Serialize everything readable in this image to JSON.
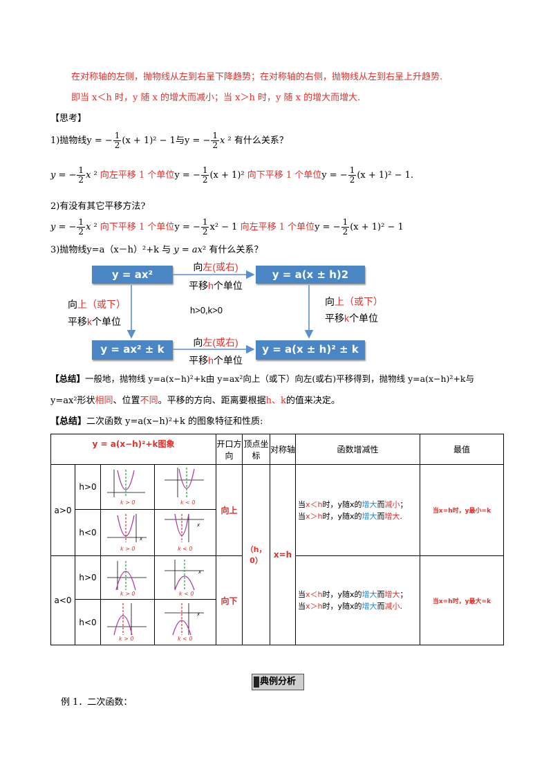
{
  "intro": {
    "line1": "在对称轴的左侧，抛物线从左到右呈下降趋势；在对称轴的右侧，抛物线从左到右呈上升趋势.",
    "line2": "即当 x＜h 时，y 随 x 的增大而减小；当 x＞h 时，y 随 x 的增大而增大."
  },
  "think": {
    "heading": "【思考】",
    "q1_prefix": "1)抛物线",
    "q1_mid": "与",
    "q1_suffix": "有什么关系？",
    "a1_step1": "向左平移 1 个单位",
    "a1_step2": "向下平移 1 个单位",
    "q2": "2)有没有其它平移方法?",
    "a2_step1": "向下平移 1 个单位",
    "a2_step2": "向左平移 1 个单位",
    "q3_prefix": "3)抛物线y=a（x－h）²+k",
    "q3_mid": "与",
    "q3_suffix": "有什么关系？"
  },
  "flow": {
    "box_tl": "y = ax²",
    "box_tr": "y = a(x ± h)2",
    "box_bl": "y = ax² ± k",
    "box_br": "y = a(x ± h)² ± k",
    "top_arrow_line1_pre": "向",
    "top_arrow_line1_red": "左(或右)",
    "top_arrow_line2_pre": "平移",
    "top_arrow_line2_red": "h",
    "top_arrow_line2_post": "个单位",
    "left_arrow_line1_pre": "向",
    "left_arrow_line1_red": "上（或下）",
    "left_arrow_line2_pre": "平移",
    "left_arrow_line2_red": "k",
    "left_arrow_line2_post": "个单位",
    "center_cond": "h>0,k>0",
    "right_arrow_line1_pre": "向",
    "right_arrow_line1_red": "上（或下）",
    "right_arrow_line2_pre": "平移",
    "right_arrow_line2_red": "k",
    "right_arrow_line2_post": "个单位",
    "bottom_arrow_line1_pre": "向",
    "bottom_arrow_line1_red": "左(或右)",
    "bottom_arrow_line2_pre": "平移",
    "bottom_arrow_line2_red": "h",
    "bottom_arrow_line2_post": "个单位"
  },
  "summary1": {
    "label": "【总结】",
    "text_a": "一般地，抛物线 y=a(x−h)²+k由 y=ax²向上（或下）向左(或右)平移得到，抛物线 y=a(x−h)²+k与",
    "text_b_pre": "y=ax²形状",
    "text_b_red1": "相同",
    "text_b_mid": "、位置",
    "text_b_red2": "不同",
    "text_b_post": "。平移的方向、距离要根据",
    "text_b_red3": "h、k",
    "text_b_end": "的值来决定。"
  },
  "summary2": {
    "label": "【总结】",
    "text": "二次函数 y=a(x−h)²+k 的图象特征和性质:"
  },
  "table": {
    "header": {
      "graph": "y = a(x−h)²+k图象",
      "opening": "开口方向",
      "vertex": "顶点坐标",
      "axis": "对称轴",
      "monotonic": "函数增减性",
      "extreme": "最值"
    },
    "a_pos": "a>0",
    "a_neg": "a<0",
    "h_pos": "h>0",
    "h_neg": "h<0",
    "k_pos": "k > 0",
    "k_neg": "k < 0",
    "open_up": "向上",
    "open_down": "向下",
    "vertex_val": "（h，0）",
    "axis_val": "x=h",
    "mono_up_1_pre": "当",
    "mono_up_1_red": "x＜h",
    "mono_up_1_mid": "时，y随x的",
    "mono_up_1_blue": "增大",
    "mono_up_1_mid2": "而",
    "mono_up_1_red2": "减小",
    "mono_up_1_end": "；",
    "mono_up_2_pre": "当",
    "mono_up_2_red": "x＞h",
    "mono_up_2_mid": "时，y随x的",
    "mono_up_2_blue": "增大",
    "mono_up_2_mid2": "而",
    "mono_up_2_red2": "增大",
    "mono_up_2_end": ".",
    "mono_down_1_red2": "增大",
    "mono_down_2_red2": "减小",
    "extreme_up": "当x=h时，y最小=k",
    "extreme_down": "当x=h时，y最大=k"
  },
  "section_title": "典例分析",
  "example": "例 1．二次函数："
}
